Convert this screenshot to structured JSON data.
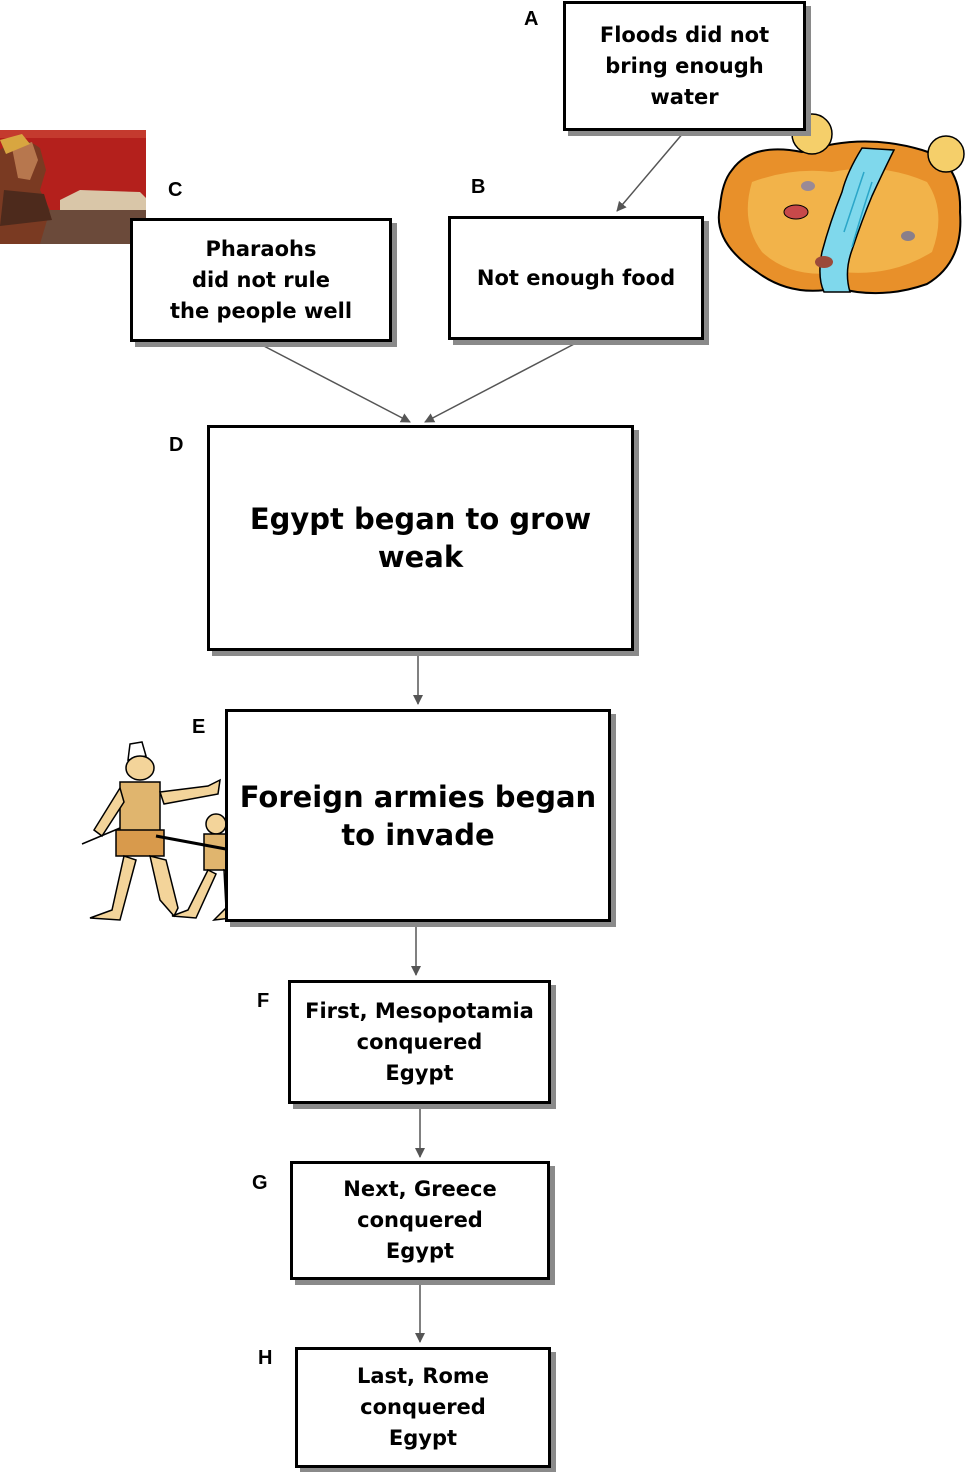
{
  "nodes": {
    "a": {
      "letter": "A",
      "text": "Floods did not\nbring enough\nwater"
    },
    "b": {
      "letter": "B",
      "text": "Not enough food"
    },
    "c": {
      "letter": "C",
      "text": "Pharaohs\ndid not rule\nthe people well"
    },
    "d": {
      "letter": "D",
      "text": "Egypt began to grow\nweak"
    },
    "e": {
      "letter": "E",
      "text": "Foreign armies began\nto invade"
    },
    "f": {
      "letter": "F",
      "text": "First, Mesopotamia\nconquered\nEgypt"
    },
    "g": {
      "letter": "G",
      "text": "Next, Greece\nconquered\nEgypt"
    },
    "h": {
      "letter": "H",
      "text": "Last, Rome\nconquered\nEgypt"
    }
  },
  "edges": [
    {
      "from": "A",
      "to": "B"
    },
    {
      "from": "C",
      "to": "D"
    },
    {
      "from": "B",
      "to": "D"
    },
    {
      "from": "D",
      "to": "E"
    },
    {
      "from": "E",
      "to": "F"
    },
    {
      "from": "F",
      "to": "G"
    },
    {
      "from": "G",
      "to": "H"
    }
  ],
  "images": [
    {
      "icon": "pharaoh-picture"
    },
    {
      "icon": "dry-river-picture"
    },
    {
      "icon": "soldiers-picture"
    }
  ]
}
